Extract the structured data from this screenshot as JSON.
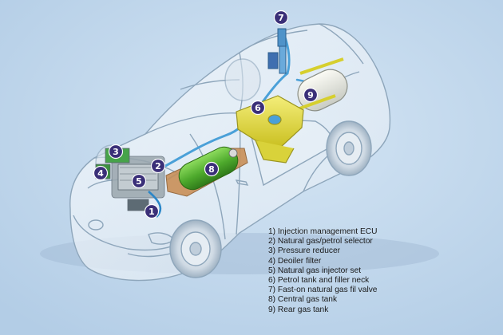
{
  "callouts": [
    {
      "number": "1",
      "meaning": "Injection management ECU"
    },
    {
      "number": "2",
      "meaning": "Natural gas/petrol selector"
    },
    {
      "number": "3",
      "meaning": "Pressure reducer"
    },
    {
      "number": "4",
      "meaning": "Deoiler filter"
    },
    {
      "number": "5",
      "meaning": "Natural gas injector set"
    },
    {
      "number": "6",
      "meaning": "Petrol tank and filler neck"
    },
    {
      "number": "7",
      "meaning": "Fast-on natural gas fil valve"
    },
    {
      "number": "8",
      "meaning": "Central gas tank"
    },
    {
      "number": "9",
      "meaning": "Rear gas tank"
    }
  ],
  "legend": [
    "1) Injection management ECU",
    "2) Natural gas/petrol selector",
    "3) Pressure reducer",
    "4) Deoiler filter",
    "5) Natural gas injector set",
    "6) Petrol tank and filler neck",
    "7) Fast-on natural gas fil valve",
    "8) Central gas tank",
    "9) Rear gas tank"
  ],
  "colors": {
    "background": "#c3d8ec",
    "car_outline": "#8ea6bb",
    "callout_fill": "#3a2f78",
    "gas_tank": "#5fb33a",
    "petrol_tank": "#e3dc3f",
    "gas_line": "#4aa0d8",
    "mount_frame": "#b8804a"
  }
}
